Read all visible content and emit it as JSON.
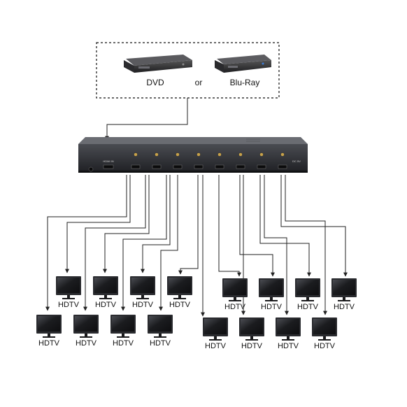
{
  "sources": {
    "left_label": "DVD",
    "connector_label": "or",
    "right_label": "Blu-Ray"
  },
  "splitter": {
    "input_label": "HDMI IN",
    "power_label": "DC 5V",
    "output_count": 8
  },
  "display_label": "HDTV",
  "colors": {
    "line": "#222222",
    "device_body": "#2a2b2f",
    "screen": "#1c1d20"
  }
}
